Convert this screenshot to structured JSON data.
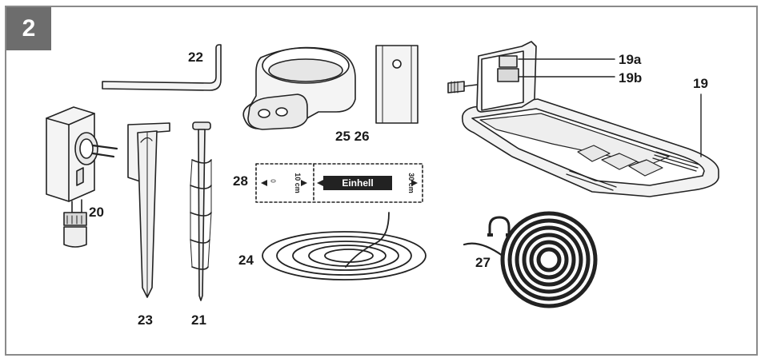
{
  "figure": {
    "number": "2"
  },
  "labels": {
    "p19": "19",
    "p19a": "19a",
    "p19b": "19b",
    "p20": "20",
    "p21": "21",
    "p22": "22",
    "p23": "23",
    "p24": "24",
    "p25_26": "25 26",
    "p27": "27",
    "p28": "28"
  },
  "ruler": {
    "brand": "Einhell",
    "mark_start": "0",
    "mark_10": "10 cm",
    "mark_30": "30 cm"
  },
  "colors": {
    "badge": "#6d6d6d",
    "frame": "#8a8a8a",
    "line": "#222222",
    "fill": "#f2f2f2"
  }
}
